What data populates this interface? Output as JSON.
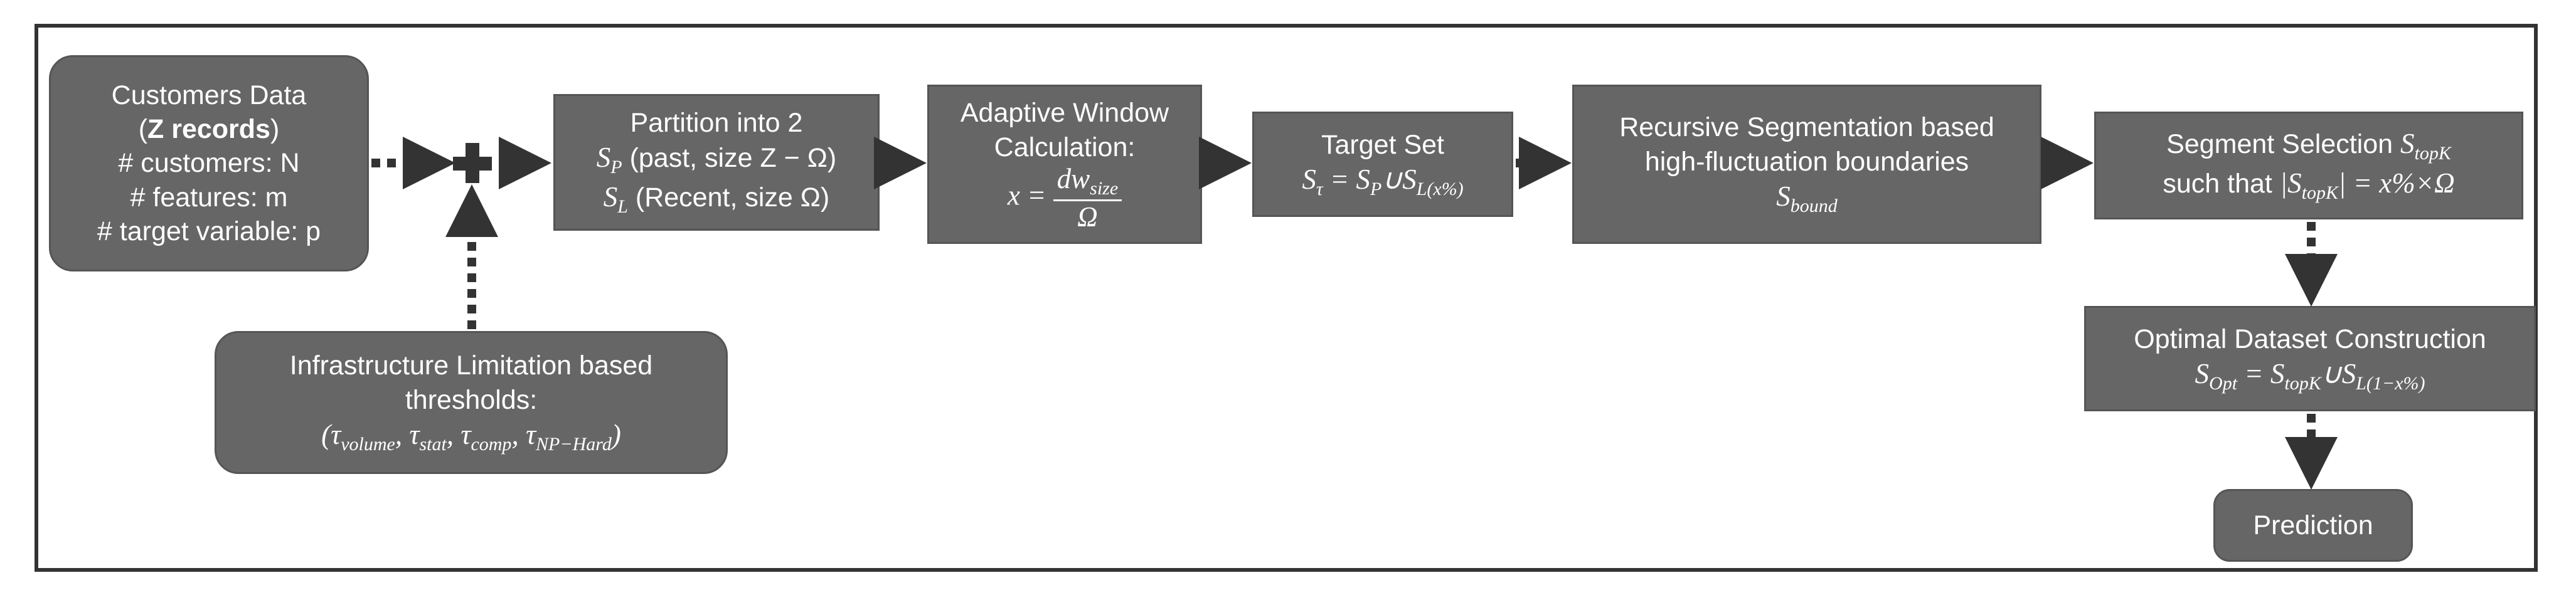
{
  "customers": {
    "title": "Customers Data",
    "records": "Z records",
    "line1": "# customers: N",
    "line2": "# features: m",
    "line3": "# target variable: p"
  },
  "infra": {
    "line1": "Infrastructure Limitation based",
    "line2": "thresholds:",
    "taus": [
      "volume",
      "stat",
      "comp",
      "NP−Hard"
    ]
  },
  "partition": {
    "title": "Partition into 2",
    "sp_text": "(past, size Z − Ω)",
    "sl_text": "(Recent, size Ω)",
    "sp_sub": "P",
    "sl_sub": "L"
  },
  "window": {
    "line1": "Adaptive Window",
    "line2": "Calculation:",
    "numerator_sub": "size",
    "denominator": "Ω"
  },
  "target": {
    "title": "Target Set",
    "tau_sub": "τ",
    "sp_sub": "P",
    "sl_sub": "L(x%)"
  },
  "recursive": {
    "line1": "Recursive Segmentation based",
    "line2": "high-fluctuation boundaries",
    "bound_sub": "bound"
  },
  "selection": {
    "line1": "Segment Selection",
    "line2_prefix": "such that",
    "topk_sub": "topK",
    "rhs": "= x%×Ω"
  },
  "optimal": {
    "title": "Optimal Dataset Construction",
    "opt_sub": "Opt",
    "topk_sub": "topK",
    "rest_sub": "L(1−x%)"
  },
  "prediction": {
    "label": "Prediction"
  },
  "colors": {
    "box": "#666666",
    "arrow": "#333333",
    "frame": "#333333",
    "text": "#ffffff"
  }
}
